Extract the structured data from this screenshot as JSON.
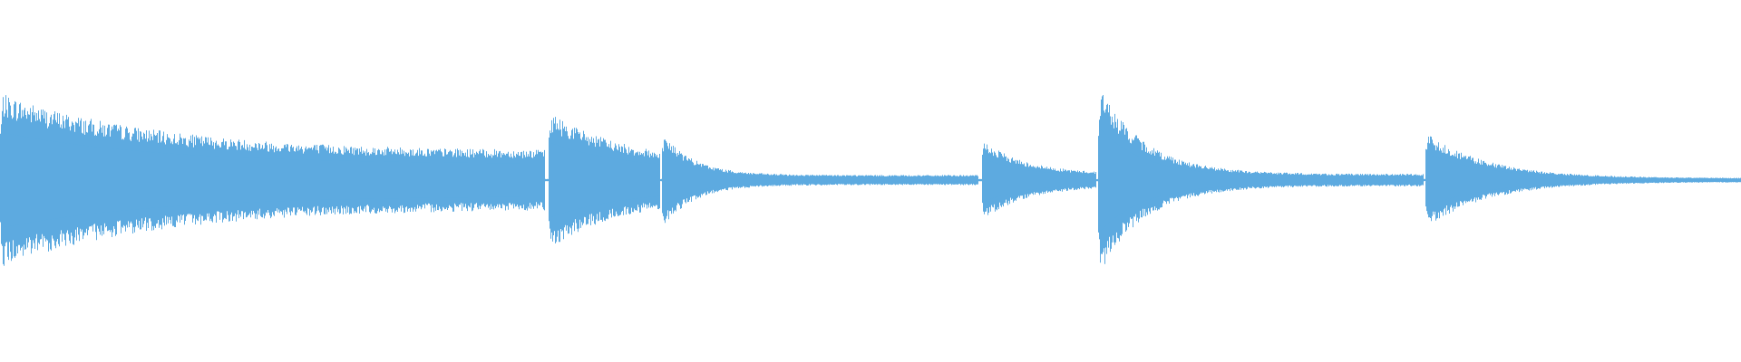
{
  "waveform": {
    "color": "#5DAAE0",
    "background": "#ffffff",
    "events": [
      {
        "onset": 0.0,
        "peak": 0.86,
        "sustain": 0.28,
        "decay": 0.09,
        "end": 0.313
      },
      {
        "onset": 0.315,
        "peak": 0.68,
        "sustain": 0.16,
        "decay": 0.045,
        "end": 0.379
      },
      {
        "onset": 0.38,
        "peak": 0.48,
        "sustain": 0.05,
        "decay": 0.018,
        "end": 0.562
      },
      {
        "onset": 0.564,
        "peak": 0.4,
        "sustain": 0.06,
        "decay": 0.025,
        "end": 0.63
      },
      {
        "onset": 0.631,
        "peak": 0.95,
        "sustain": 0.06,
        "decay": 0.026,
        "end": 0.818
      },
      {
        "onset": 0.819,
        "peak": 0.48,
        "sustain": 0.02,
        "decay": 0.035,
        "end": 1.0
      }
    ]
  }
}
